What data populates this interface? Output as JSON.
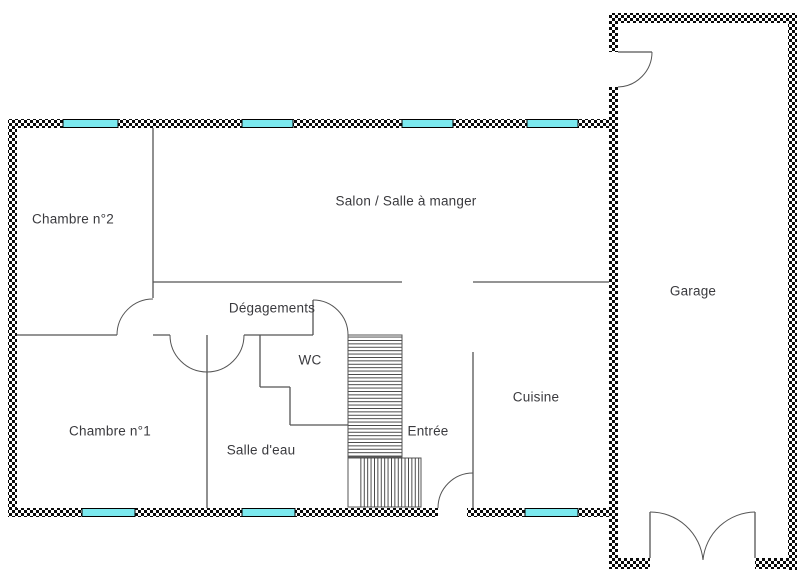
{
  "plan": {
    "rooms": [
      {
        "id": "chambre2",
        "label": "Chambre n°2"
      },
      {
        "id": "salon",
        "label": "Salon / Salle à manger"
      },
      {
        "id": "garage",
        "label": "Garage"
      },
      {
        "id": "degagements",
        "label": "Dégagements"
      },
      {
        "id": "wc",
        "label": "WC"
      },
      {
        "id": "chambre1",
        "label": "Chambre n°1"
      },
      {
        "id": "salle-eau",
        "label": "Salle d'eau"
      },
      {
        "id": "entree",
        "label": "Entrée"
      },
      {
        "id": "cuisine",
        "label": "Cuisine"
      }
    ],
    "colors": {
      "window_fill": "#7BE9EF",
      "wall_checker": "#0a0a0a",
      "line": "#555555",
      "text": "#3a3a3e",
      "background": "#ffffff"
    }
  }
}
